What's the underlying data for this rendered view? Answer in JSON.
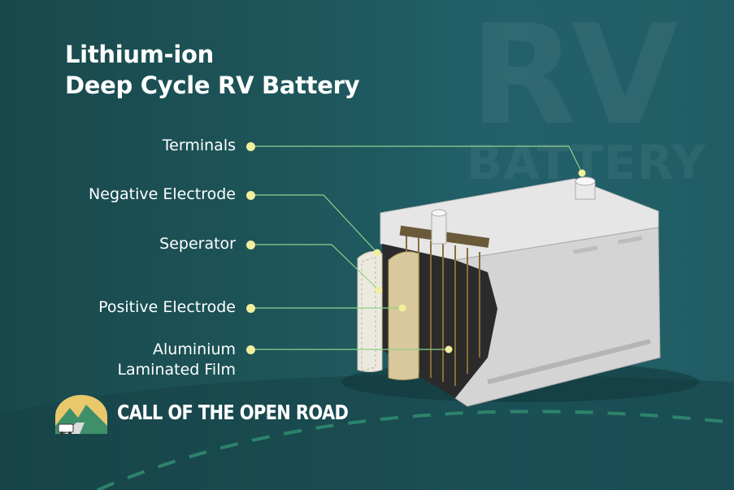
{
  "title": {
    "line1": "Lithium-ion",
    "line2": "Deep Cycle RV Battery"
  },
  "watermark": {
    "line1": "RV",
    "line2": "BATTERY"
  },
  "labels": [
    {
      "id": "terminals",
      "lines": [
        "Terminals"
      ]
    },
    {
      "id": "negative-electrode",
      "lines": [
        "Negative Electrode"
      ]
    },
    {
      "id": "separator",
      "lines": [
        "Seperator"
      ]
    },
    {
      "id": "positive-electrode",
      "lines": [
        "Positive Electrode"
      ]
    },
    {
      "id": "aluminium-film",
      "lines": [
        "Aluminium",
        "Laminated Film"
      ]
    }
  ],
  "brand": {
    "name": "CALL OF THE OPEN ROAD",
    "logo_icon": "mountain-road-rv-logo-icon"
  },
  "colors": {
    "background": "#1d5458",
    "label_text": "#ffffff",
    "callout_dot": "#f2ee9e",
    "callout_line": "#8fd28a",
    "road_dash": "#2f8a6e"
  }
}
